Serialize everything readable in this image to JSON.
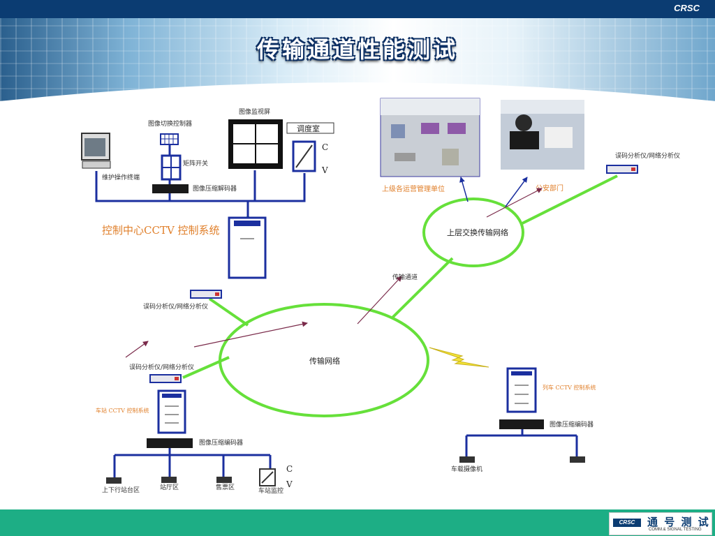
{
  "header": {
    "brand": "CRSC",
    "title": "传输通道性能测试"
  },
  "footer": {
    "logo_mark": "CRSC",
    "logo_text_cn": "通 号 测 试",
    "logo_text_en": "COMM.& SIGNAL TESTING"
  },
  "diagram": {
    "control_center": {
      "monitor_wall": "图像监视屏",
      "switch_controller": "图像切换控制器",
      "matrix_switch": "矩阵开关",
      "maintenance_terminal": "维护操作终端",
      "decoder": "图像压缩解码器",
      "dispatch_room": "调度室",
      "cv_c": "C",
      "cv_v": "V",
      "title": "控制中心CCTV 控制系统"
    },
    "upper": {
      "operations_mgmt": "上级各运营管理单位",
      "police_dept": "公安部门",
      "analyzer": "误码分析仪/网络分析仪",
      "network": "上层交换传输网络"
    },
    "channel_label": "传输通道",
    "analyzer_left_upper": "误码分析仪/网络分析仪",
    "analyzer_left_lower": "误码分析仪/网络分析仪",
    "main_network": "传输网络",
    "station": {
      "title": "车站 CCTV  控制系统",
      "encoder": "图像压缩编码器",
      "cameras": [
        "上下行站台区",
        "站厅区",
        "售票区"
      ],
      "station_monitor": "车站监控",
      "cv_c": "C",
      "cv_v": "V"
    },
    "train": {
      "title": "列车 CCTV  控制系统",
      "encoder": "图像压缩编码器",
      "camera": "车载摄像机"
    },
    "colors": {
      "link": "#66e03a",
      "wire": "#1b2f9f",
      "arrow": "#7a2a4a",
      "accent": "#e07f2a"
    }
  }
}
